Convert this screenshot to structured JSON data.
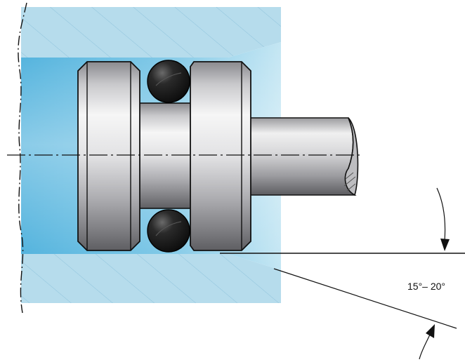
{
  "figure": {
    "angle_label": "15°– 20°"
  },
  "colors": {
    "housing_blue": "#b6dcec",
    "bore_blue_dark": "#4cb0dc",
    "bore_blue_light": "#bfe4f2",
    "hatch": "#8fc3dc",
    "steel_dark": "#6f6f73",
    "steel_light": "#f4f4f4",
    "oring": "#1e1e1e",
    "line": "#111111"
  },
  "components": {
    "housing": "housing",
    "bore": "bore",
    "piston_left_land": "piston-left-land",
    "piston_right_land": "piston-right-land",
    "piston_groove": "piston-groove",
    "o_ring_top": "o-ring",
    "o_ring_bottom": "o-ring",
    "rod": "piston-rod",
    "centerline": "centerline",
    "chamfer": "lead-in-chamfer"
  }
}
